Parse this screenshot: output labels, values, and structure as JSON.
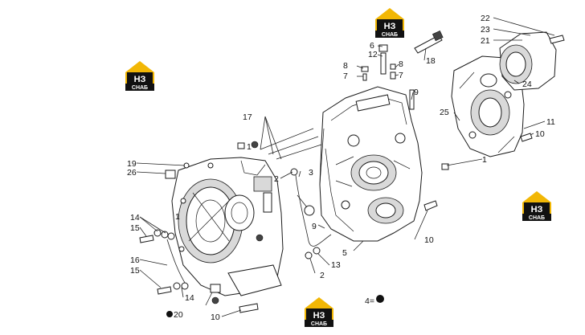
{
  "logo": {
    "mark": "НЗ",
    "word": "СНАБ",
    "accent_color": "#f2b705",
    "dark_color": "#111111"
  },
  "callouts": [
    {
      "id": "c1a",
      "text": "1"
    },
    {
      "id": "c1b",
      "text": "1"
    },
    {
      "id": "c2a",
      "text": "2"
    },
    {
      "id": "c2b",
      "text": "2"
    },
    {
      "id": "c3",
      "text": "3"
    },
    {
      "id": "c4",
      "text": "4="
    },
    {
      "id": "c5",
      "text": "5"
    },
    {
      "id": "c6",
      "text": "6"
    },
    {
      "id": "c7a",
      "text": "7"
    },
    {
      "id": "c7b",
      "text": "7"
    },
    {
      "id": "c8a",
      "text": "8"
    },
    {
      "id": "c8b",
      "text": "8"
    },
    {
      "id": "c9a",
      "text": "9"
    },
    {
      "id": "c9b",
      "text": "9"
    },
    {
      "id": "c10a",
      "text": "10"
    },
    {
      "id": "c10b",
      "text": "10"
    },
    {
      "id": "c10c",
      "text": "10"
    },
    {
      "id": "c11",
      "text": "11"
    },
    {
      "id": "c12",
      "text": "12"
    },
    {
      "id": "c13",
      "text": "13"
    },
    {
      "id": "c14a",
      "text": "14"
    },
    {
      "id": "c14b",
      "text": "14"
    },
    {
      "id": "c15a",
      "text": "15"
    },
    {
      "id": "c15b",
      "text": "15"
    },
    {
      "id": "c16",
      "text": "16"
    },
    {
      "id": "c17",
      "text": "17"
    },
    {
      "id": "c18",
      "text": "18"
    },
    {
      "id": "c19",
      "text": "19"
    },
    {
      "id": "c20",
      "text": "20"
    },
    {
      "id": "c21",
      "text": "21"
    },
    {
      "id": "c22",
      "text": "22"
    },
    {
      "id": "c23",
      "text": "23"
    },
    {
      "id": "c24",
      "text": "24"
    },
    {
      "id": "c25",
      "text": "25"
    },
    {
      "id": "c26",
      "text": "26"
    }
  ]
}
